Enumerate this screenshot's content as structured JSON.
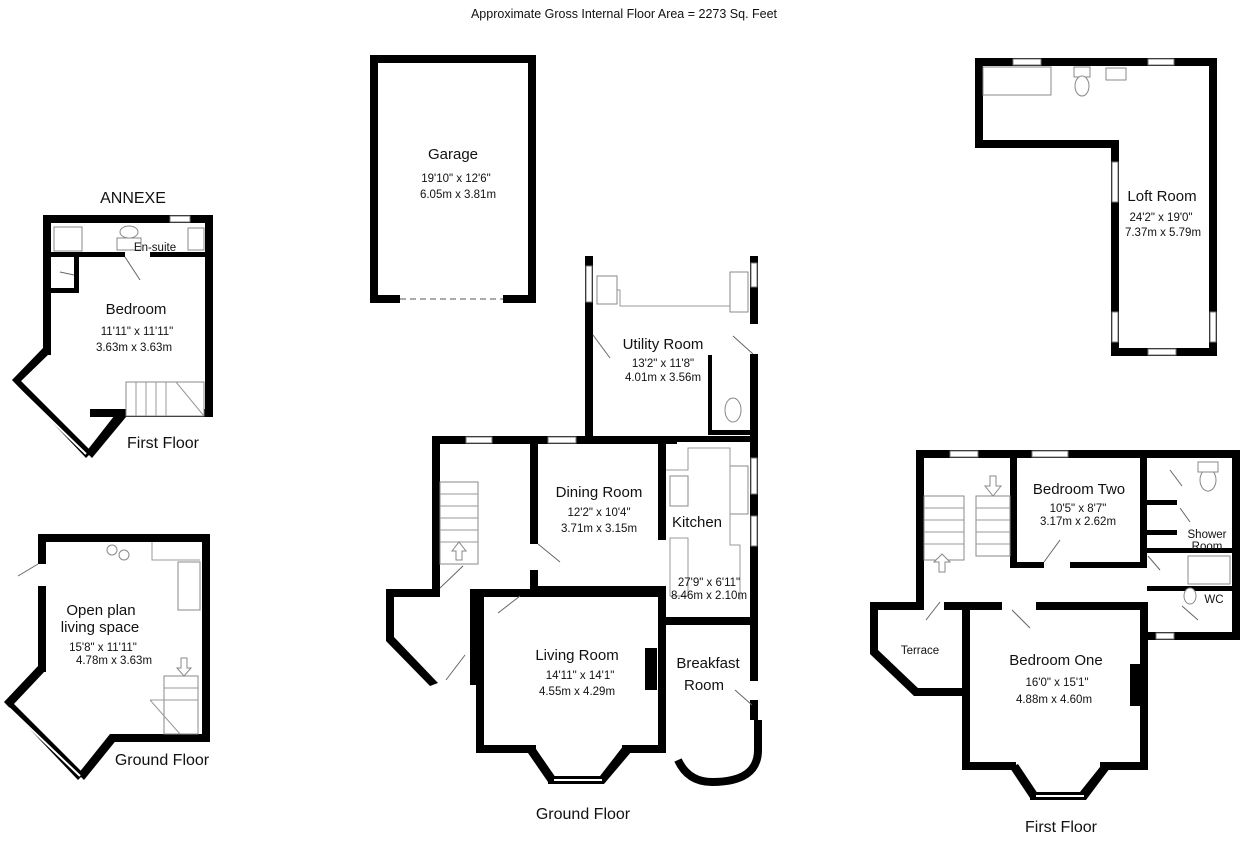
{
  "header": {
    "area_text": "Approximate Gross Internal Floor Area = 2273 Sq. Feet"
  },
  "captions": {
    "annexe": "ANNEXE",
    "annexe_first_floor": "First Floor",
    "annexe_ground_floor": "Ground Floor",
    "main_ground_floor": "Ground Floor",
    "main_first_floor": "First Floor"
  },
  "rooms": {
    "garage": {
      "name": "Garage",
      "imperial": "19'10\" x 12'6\"",
      "metric": "6.05m x 3.81m"
    },
    "ensuite": {
      "name": "En-suite"
    },
    "annexe_bedroom": {
      "name": "Bedroom",
      "imperial": "11'11\" x 11'11\"",
      "metric": "3.63m x 3.63m"
    },
    "open_plan": {
      "name_line1": "Open plan",
      "name_line2": "living space",
      "imperial": "15'8\" x 11'11\"",
      "metric": "4.78m x 3.63m"
    },
    "utility": {
      "name": "Utility Room",
      "imperial": "13'2\" x 11'8\"",
      "metric": "4.01m x 3.56m"
    },
    "dining": {
      "name": "Dining Room",
      "imperial": "12'2\" x 10'4\"",
      "metric": "3.71m x 3.15m"
    },
    "kitchen": {
      "name": "Kitchen",
      "imperial": "27'9\" x 6'11\"",
      "metric": "8.46m x 2.10m"
    },
    "living": {
      "name": "Living Room",
      "imperial": "14'11\" x 14'1\"",
      "metric": "4.55m x 4.29m"
    },
    "breakfast": {
      "name_line1": "Breakfast",
      "name_line2": "Room"
    },
    "loft": {
      "name": "Loft Room",
      "imperial": "24'2\" x 19'0\"",
      "metric": "7.37m x 5.79m"
    },
    "bedroom_two": {
      "name": "Bedroom Two",
      "imperial": "10'5\" x 8'7\"",
      "metric": "3.17m x 2.62m"
    },
    "shower": {
      "name_line1": "Shower",
      "name_line2": "Room"
    },
    "wc": {
      "name": "WC"
    },
    "terrace": {
      "name": "Terrace"
    },
    "bedroom_one": {
      "name": "Bedroom One",
      "imperial": "16'0\" x 15'1\"",
      "metric": "4.88m x 4.60m"
    }
  }
}
